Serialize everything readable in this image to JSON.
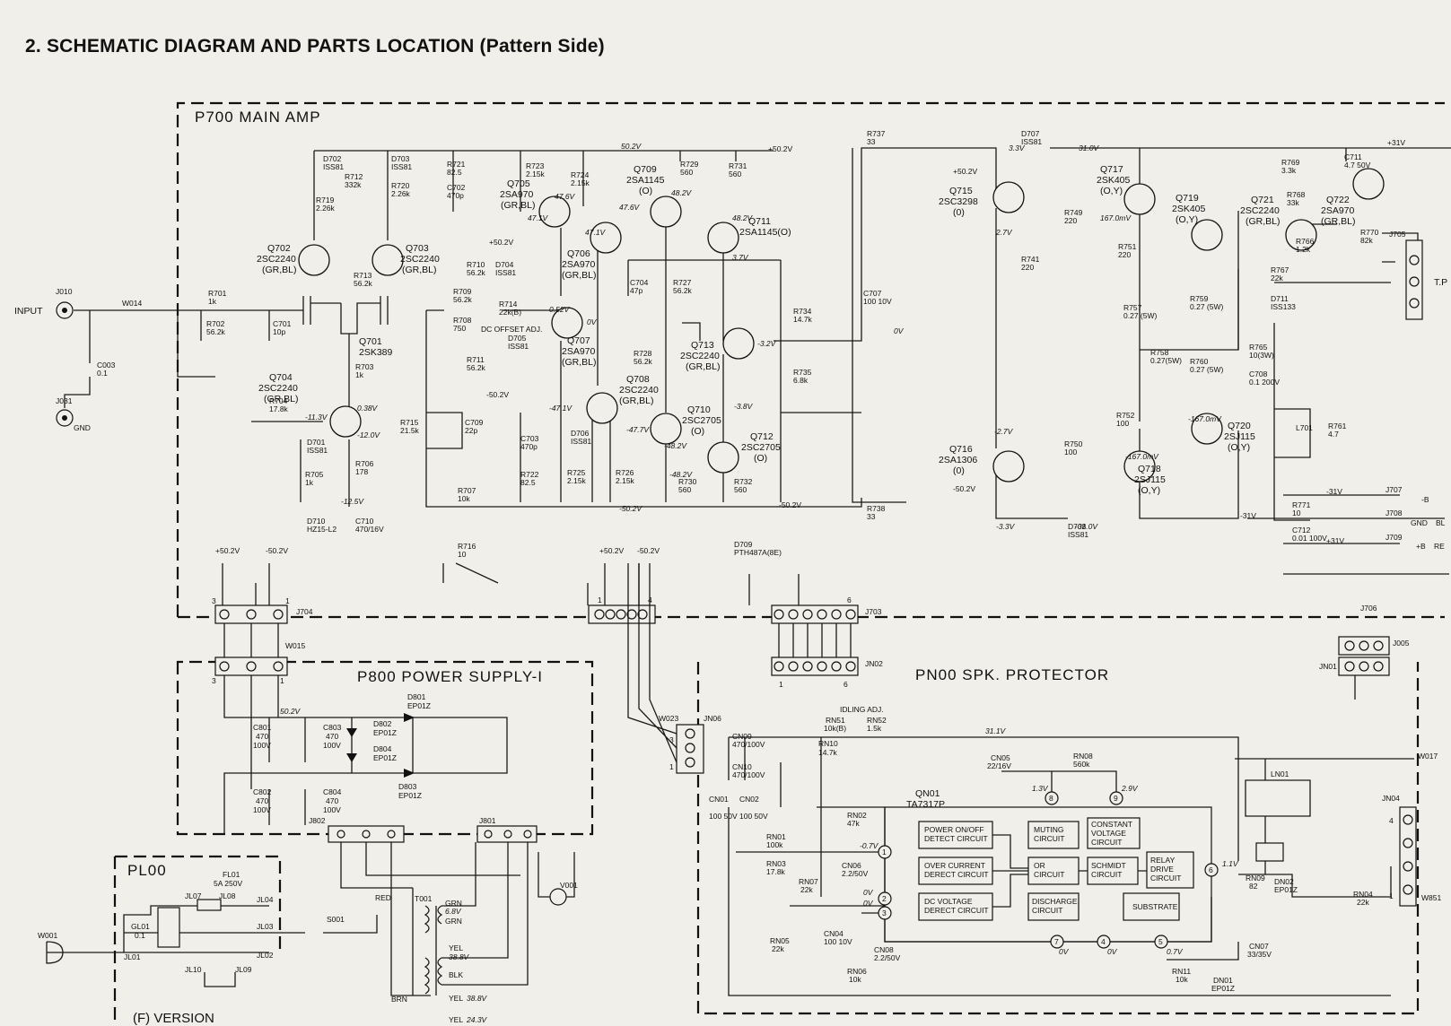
{
  "title": "2. SCHEMATIC DIAGRAM AND PARTS LOCATION (Pattern Side)",
  "sections": {
    "main_amp": "P700 MAIN AMP",
    "power_supply": "P800 POWER SUPPLY-I",
    "speaker_protector": "PN00 SPK. PROTECTOR",
    "plug_board": "PL00",
    "version": "(F) VERSION"
  },
  "ports": {
    "input": "INPUT",
    "input_jack": "J010",
    "gnd_jack": "J031",
    "gnd": "GND",
    "w014": "W014",
    "tp": "T.P"
  },
  "amp_components": [
    {
      "id": "q701",
      "label": "Q701",
      "part": "2SK389"
    },
    {
      "id": "q702",
      "label": "Q702",
      "part": "2SC2240",
      "grade": "(GR,BL)"
    },
    {
      "id": "q703",
      "label": "Q703",
      "part": "2SC2240",
      "grade": "(GR,BL)"
    },
    {
      "id": "q704",
      "label": "Q704",
      "part": "2SC2240",
      "grade": "(GR,BL)"
    },
    {
      "id": "q705",
      "label": "Q705",
      "part": "2SA970",
      "grade": "(GR,BL)"
    },
    {
      "id": "q706",
      "label": "Q706",
      "part": "2SA970",
      "grade": "(GR,BL)"
    },
    {
      "id": "q707",
      "label": "Q707",
      "part": "2SA970",
      "grade": "(GR,BL)"
    },
    {
      "id": "q708",
      "label": "Q708",
      "part": "2SC2240",
      "grade": "(GR,BL)"
    },
    {
      "id": "q709",
      "label": "Q709",
      "part": "2SA1145",
      "grade": "(O)"
    },
    {
      "id": "q710",
      "label": "Q710",
      "part": "2SC2705",
      "grade": "(O)"
    },
    {
      "id": "q711",
      "label": "Q711",
      "part": "2SA1145(O)",
      "grade": ""
    },
    {
      "id": "q712",
      "label": "Q712",
      "part": "2SC2705",
      "grade": "(O)"
    },
    {
      "id": "q713",
      "label": "Q713",
      "part": "2SC2240",
      "grade": "(GR,BL)"
    },
    {
      "id": "q715",
      "label": "Q715",
      "part": "2SC3298",
      "grade": "(0)"
    },
    {
      "id": "q716",
      "label": "Q716",
      "part": "2SA1306",
      "grade": "(0)"
    },
    {
      "id": "q717",
      "label": "Q717",
      "part": "2SK405",
      "grade": "(O,Y)"
    },
    {
      "id": "q718",
      "label": "Q718",
      "part": "2SJ115",
      "grade": "(O,Y)"
    },
    {
      "id": "q719",
      "label": "Q719",
      "part": "2SK405",
      "grade": "(O,Y)"
    },
    {
      "id": "q720",
      "label": "Q720",
      "part": "2SJ115",
      "grade": "(O,Y)"
    },
    {
      "id": "q721",
      "label": "Q721",
      "part": "2SC2240",
      "grade": "(GR,BL)"
    },
    {
      "id": "q722",
      "label": "Q722",
      "part": "2SA970",
      "grade": "(GR,BL)"
    }
  ],
  "amp_passives": [
    {
      "id": "d702",
      "label": "D702",
      "value": "ISS81"
    },
    {
      "id": "d703",
      "label": "D703",
      "value": "ISS81"
    },
    {
      "id": "r712",
      "label": "R712",
      "value": "332k"
    },
    {
      "id": "r720",
      "label": "R720",
      "value": "2.26k"
    },
    {
      "id": "r719",
      "label": "R719",
      "value": "2.26k"
    },
    {
      "id": "r721",
      "label": "R721",
      "value": "82.5"
    },
    {
      "id": "c702",
      "label": "C702",
      "value": "470p"
    },
    {
      "id": "r723",
      "label": "R723",
      "value": "2.15k"
    },
    {
      "id": "r724",
      "label": "R724",
      "value": "2.15k"
    },
    {
      "id": "r729",
      "label": "R729",
      "value": "560"
    },
    {
      "id": "r731",
      "label": "R731",
      "value": "560"
    },
    {
      "id": "r713",
      "label": "R713",
      "value": "56.2k"
    },
    {
      "id": "r701",
      "label": "R701",
      "value": "1k"
    },
    {
      "id": "r702",
      "label": "R702",
      "value": "56.2k"
    },
    {
      "id": "c701",
      "label": "C701",
      "value": "10p"
    },
    {
      "id": "c003",
      "label": "C003",
      "value": "0.1"
    },
    {
      "id": "r710",
      "label": "R710",
      "value": "56.2k"
    },
    {
      "id": "d704",
      "label": "D704",
      "value": "ISS81"
    },
    {
      "id": "r709",
      "label": "R709",
      "value": "56.2k"
    },
    {
      "id": "r714",
      "label": "R714",
      "value": "22k(B)"
    },
    {
      "id": "dc_adj",
      "label": "DC OFFSET ADJ.",
      "value": ""
    },
    {
      "id": "r708",
      "label": "R708",
      "value": "750"
    },
    {
      "id": "d705",
      "label": "D705",
      "value": "ISS81"
    },
    {
      "id": "r711",
      "label": "R711",
      "value": "56.2k"
    },
    {
      "id": "c704",
      "label": "C704",
      "value": "47p"
    },
    {
      "id": "r727",
      "label": "R727",
      "value": "56.2k"
    },
    {
      "id": "r728",
      "label": "R728",
      "value": "56.2k"
    },
    {
      "id": "r734",
      "label": "R734",
      "value": "14.7k"
    },
    {
      "id": "r735",
      "label": "R735",
      "value": "6.8k"
    },
    {
      "id": "r703",
      "label": "R703",
      "value": "1k"
    },
    {
      "id": "r704",
      "label": "R704",
      "value": "17.8k"
    },
    {
      "id": "d701",
      "label": "D701",
      "value": "ISS81"
    },
    {
      "id": "r705",
      "label": "R705",
      "value": "1k"
    },
    {
      "id": "r706",
      "label": "R706",
      "value": "178"
    },
    {
      "id": "d710",
      "label": "D710",
      "value": "HZ15-L2"
    },
    {
      "id": "c710",
      "label": "C710",
      "value": "470/16V"
    },
    {
      "id": "r715",
      "label": "R715",
      "value": "21.5k"
    },
    {
      "id": "c709",
      "label": "C709",
      "value": "22p"
    },
    {
      "id": "c703",
      "label": "C703",
      "value": "470p"
    },
    {
      "id": "d706",
      "label": "D706",
      "value": "ISS81"
    },
    {
      "id": "r722",
      "label": "R722",
      "value": "82.5"
    },
    {
      "id": "r725",
      "label": "R725",
      "value": "2.15k"
    },
    {
      "id": "r726",
      "label": "R726",
      "value": "2.15k"
    },
    {
      "id": "r730",
      "label": "R730",
      "value": "560"
    },
    {
      "id": "r732",
      "label": "R732",
      "value": "560"
    },
    {
      "id": "r707",
      "label": "R707",
      "value": "10k"
    },
    {
      "id": "r716",
      "label": "R716",
      "value": "10"
    },
    {
      "id": "r737",
      "label": "R737",
      "value": "33"
    },
    {
      "id": "c707",
      "label": "C707",
      "value": "100 10V"
    },
    {
      "id": "d707",
      "label": "D707",
      "value": "ISS81"
    },
    {
      "id": "r749",
      "label": "R749",
      "value": "220"
    },
    {
      "id": "r751",
      "label": "R751",
      "value": "220"
    },
    {
      "id": "r741",
      "label": "R741",
      "value": "220"
    },
    {
      "id": "r757",
      "label": "R757",
      "value": "0.27 (5W)"
    },
    {
      "id": "r759",
      "label": "R759",
      "value": "0.27 (5W)"
    },
    {
      "id": "r758",
      "label": "R758",
      "value": "0.27(5W)"
    },
    {
      "id": "r760",
      "label": "R760",
      "value": "0.27 (5W)"
    },
    {
      "id": "r752",
      "label": "R752",
      "value": "100"
    },
    {
      "id": "r750",
      "label": "R750",
      "value": "100"
    },
    {
      "id": "r738",
      "label": "R738",
      "value": "33"
    },
    {
      "id": "d708",
      "label": "D708",
      "value": "ISS81"
    },
    {
      "id": "r769",
      "label": "R769",
      "value": "3.3k"
    },
    {
      "id": "c711",
      "label": "C711",
      "value": "4.7 50V"
    },
    {
      "id": "r768",
      "label": "R768",
      "value": "33k"
    },
    {
      "id": "r766",
      "label": "R766",
      "value": "1.2k"
    },
    {
      "id": "r770",
      "label": "R770",
      "value": "82k"
    },
    {
      "id": "r767",
      "label": "R767",
      "value": "22k"
    },
    {
      "id": "d711",
      "label": "D711",
      "value": "ISS133"
    },
    {
      "id": "r765",
      "label": "R765",
      "value": "10(3W)"
    },
    {
      "id": "c708",
      "label": "C708",
      "value": "0.1 200V"
    },
    {
      "id": "l701",
      "label": "L701",
      "value": ""
    },
    {
      "id": "r761",
      "label": "R761",
      "value": "4.7"
    },
    {
      "id": "r771",
      "label": "R771",
      "value": "10"
    },
    {
      "id": "c712",
      "label": "C712",
      "value": "0.01 100V"
    },
    {
      "id": "d709",
      "label": "D709",
      "value": "PTH487A(8E)"
    }
  ],
  "amp_voltages": [
    {
      "id": "v1",
      "text": "50.2V"
    },
    {
      "id": "v2",
      "text": "47.6V"
    },
    {
      "id": "v3",
      "text": "47.1V"
    },
    {
      "id": "v4",
      "text": "47.6V"
    },
    {
      "id": "v5",
      "text": "48.2V"
    },
    {
      "id": "v6",
      "text": "48.2V"
    },
    {
      "id": "v7",
      "text": "47.1V"
    },
    {
      "id": "v8",
      "text": "3.7V"
    },
    {
      "id": "v9",
      "text": "0.52V"
    },
    {
      "id": "v10",
      "text": "0V"
    },
    {
      "id": "v11",
      "text": "-3.2V"
    },
    {
      "id": "v12",
      "text": "-3.8V"
    },
    {
      "id": "v13",
      "text": "-47.1V"
    },
    {
      "id": "v14",
      "text": "-47.7V"
    },
    {
      "id": "v15",
      "text": "-48.2V"
    },
    {
      "id": "v16",
      "text": "-48.2V"
    },
    {
      "id": "v17",
      "text": "-50.2V"
    },
    {
      "id": "v18",
      "text": "0.38V"
    },
    {
      "id": "v19",
      "text": "-11.3V"
    },
    {
      "id": "v20",
      "text": "-12.0V"
    },
    {
      "id": "v21",
      "text": "-12.5V"
    },
    {
      "id": "v22",
      "text": "3.3V"
    },
    {
      "id": "v23",
      "text": "31.0V"
    },
    {
      "id": "v24",
      "text": "2.7V"
    },
    {
      "id": "v25",
      "text": "167.0mV"
    },
    {
      "id": "v26",
      "text": "-2.7V"
    },
    {
      "id": "v27",
      "text": "-167.0mV"
    },
    {
      "id": "v28",
      "text": "-167.0mV"
    },
    {
      "id": "v29",
      "text": "-3.3V"
    },
    {
      "id": "v30",
      "text": "-31.0V"
    },
    {
      "id": "v31",
      "text": "0V"
    }
  ],
  "rails": {
    "p50a": "+50.2V",
    "p50b": "+50.2V",
    "n50a": "-50.2V",
    "n50b": "-50.2V",
    "n50c": "-50.2V",
    "p50c": "+50.2V",
    "p31": "+31V",
    "n31a": "-31V",
    "n31b": "-31V",
    "p31b": "+31V",
    "lp50": "+50.2V",
    "ln50": "-50.2V",
    "cp50": "+50.2V",
    "cn50": "-50.2V"
  },
  "connectors": {
    "j704": "J704",
    "j703": "J703",
    "j705": "J705",
    "j706": "J706",
    "j707": "J707",
    "j708": "J708",
    "j709": "J709",
    "j707_sig": "-B",
    "j708_sig": "GND",
    "j709_sig": "+B",
    "j708_tail": "BL",
    "j709_tail": "RE",
    "jn02": "JN02",
    "jn06": "JN06",
    "jn01": "JN01",
    "jn04": "JN04",
    "j005": "J005",
    "w015": "W015",
    "w023": "W023",
    "w017": "W017",
    "w851": "W851",
    "j802": "J802",
    "j801": "J801"
  },
  "pins": {
    "p1": "1",
    "p3": "3",
    "p4": "4",
    "p6": "6",
    "pa": "1",
    "pb": "6",
    "pc": "3",
    "pd": "1",
    "pe": "3",
    "pf": "2",
    "pg": "1",
    "ph": "4",
    "pi": "1"
  },
  "psu": {
    "d801": "D801",
    "d801v": "EP01Z",
    "d802": "D802",
    "d802v": "EP01Z",
    "d803": "D803",
    "d803v": "EP01Z",
    "d804": "D804",
    "d804v": "EP01Z",
    "c801": "C801",
    "c801v": "470",
    "c801w": "100V",
    "c803": "C803",
    "c803v": "470",
    "c803w": "100V",
    "c802": "C802",
    "c802v": "470",
    "c802w": "100V",
    "c804": "C804",
    "c804v": "470",
    "c804w": "100V",
    "v50": "50.2V"
  },
  "plug": {
    "fl01": "FL01",
    "fl01v": "5A 250V",
    "gl01": "GL01",
    "gl01v": "0.1",
    "jl07": "JL07",
    "jl08": "JL08",
    "jl04": "JL04",
    "jl03": "JL03",
    "jl02": "JL02",
    "jl01": "JL01",
    "jl10": "JL10",
    "jl09": "JL09",
    "s001": "S001",
    "w001": "W001"
  },
  "transformer": {
    "t001": "T001",
    "red": "RED",
    "grn": "GRN",
    "grn_v": "6.8V",
    "grn2": "GRN",
    "yel": "YEL",
    "yel_v": "38.8V",
    "blk": "BLK",
    "yel2": "YEL",
    "yel2_v": "38.8V",
    "brn": "BRN",
    "yel3": "YEL",
    "yel3_v": "24.3V",
    "v001": "V001"
  },
  "protector": {
    "qn01": "QN01",
    "qn01p": "TA7317P",
    "blocks": {
      "power_detect": "POWER ON/OFF DETECT CIRCUIT",
      "over_current": "OVER CURRENT DERECT CIRCUIT",
      "dc_voltage": "DC VOLTAGE DERECT CIRCUIT",
      "muting": "MUTING CIRCUIT",
      "constant": "CONSTANT VOLTAGE CIRCUIT",
      "or": "OR CIRCUIT",
      "schmidt": "SCHMIDT CIRCUIT",
      "relay": "RELAY DRIVE CIRCUIT",
      "discharge": "DISCHARGE CIRCUIT",
      "substrate": "SUBSTRATE"
    },
    "ic_pins": [
      "1",
      "2",
      "3",
      "4",
      "5",
      "6",
      "7",
      "8",
      "9"
    ],
    "idling": "IDLING ADJ.",
    "rn51": "RN51",
    "rn51v": "10k(B)",
    "rn52": "RN52",
    "rn52v": "1.5k",
    "rn10": "RN10",
    "rn10v": "14.7k",
    "cn05": "CN05",
    "cn05v": "22/16V",
    "rn08": "RN08",
    "rn08v": "560k",
    "rn02": "RN02",
    "rn02v": "47k",
    "rn01": "RN01",
    "rn01v": "100k",
    "rn03": "RN03",
    "rn03v": "17.8k",
    "cn06": "CN06",
    "cn06v": "2.2/50V",
    "rn07": "RN07",
    "rn07v": "22k",
    "rn05": "RN05",
    "rn05v": "22k",
    "cn04": "CN04",
    "cn04v": "100 10V",
    "cn08": "CN08",
    "cn08v": "2.2/50V",
    "rn06": "RN06",
    "rn06v": "10k",
    "rn11": "RN11",
    "rn11v": "10k",
    "dn01": "DN01",
    "dn01v": "EP01Z",
    "cn07": "CN07",
    "cn07v": "33/35V",
    "rn09": "RN09",
    "rn09v": "82",
    "dn02": "DN02",
    "dn02v": "EP01Z",
    "rn04": "RN04",
    "rn04v": "22k",
    "ln01": "LN01",
    "cn09": "CN09",
    "cn09v": "470/100V",
    "cn10": "CN10",
    "cn10v": "470/100V",
    "cn01": "CN01",
    "cn01v": "100 50V",
    "cn02": "CN02",
    "cn02v": "100 50V",
    "v31": "31.1V",
    "v13": "1.3V",
    "v29": "2.9V",
    "v07": "-0.7V",
    "v0a": "0V",
    "v0b": "0V",
    "v0c": "0V",
    "v0d": "0V",
    "v07b": "0.7V",
    "v11": "1.1V"
  }
}
